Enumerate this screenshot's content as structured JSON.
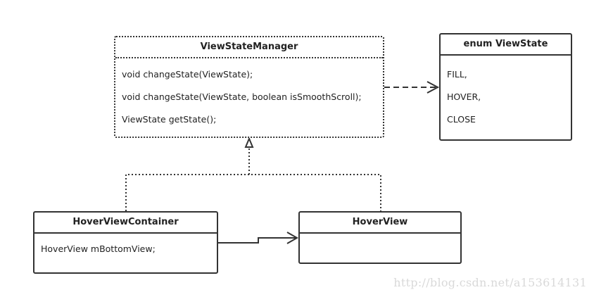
{
  "diagram": {
    "view_state_manager": {
      "title": "ViewStateManager",
      "methods": [
        "void changeState(ViewState);",
        "void changeState(ViewState, boolean isSmoothScroll);",
        "ViewState getState();"
      ]
    },
    "enum_view_state": {
      "title": "enum ViewState",
      "values": [
        "FILL,",
        "HOVER,",
        "CLOSE"
      ]
    },
    "hover_view_container": {
      "title": "HoverViewContainer",
      "fields": [
        "HoverView mBottomView;"
      ]
    },
    "hover_view": {
      "title": "HoverView"
    },
    "relationships": [
      {
        "from": "ViewStateManager",
        "to": "enum ViewState",
        "kind": "dependency"
      },
      {
        "from": "HoverViewContainer",
        "to": "ViewStateManager",
        "kind": "realization"
      },
      {
        "from": "HoverView",
        "to": "ViewStateManager",
        "kind": "realization"
      },
      {
        "from": "HoverViewContainer",
        "to": "HoverView",
        "kind": "association"
      }
    ]
  },
  "watermark": "http://blog.csdn.net/a153614131",
  "colors": {
    "line": "#333333",
    "watermark": "#d9d9d9",
    "background": "#ffffff"
  }
}
